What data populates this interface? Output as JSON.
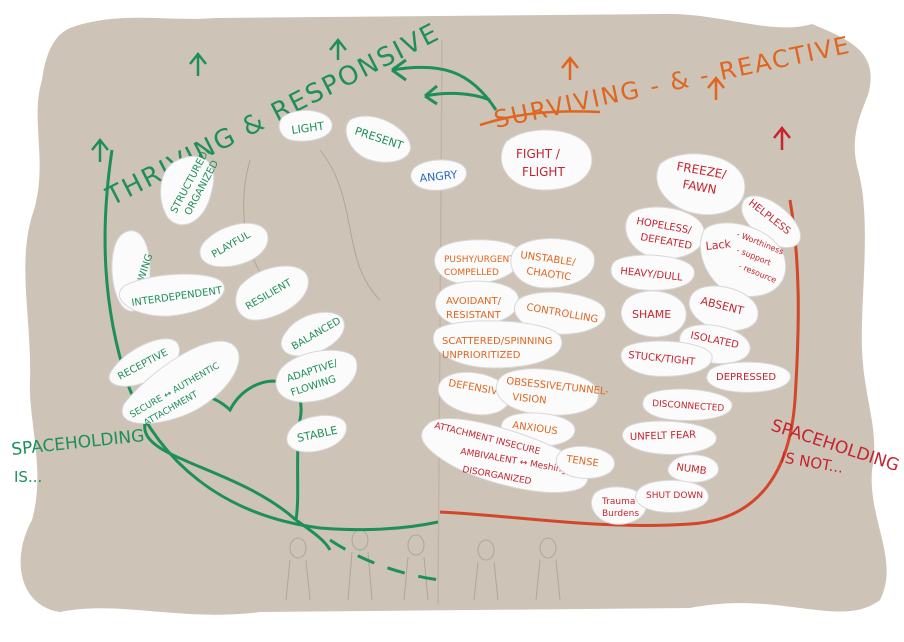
{
  "poster": {
    "thriving_title": "THRIVING & RESPONSIVE",
    "surviving_title": "SURVIVING - & - REACTIVE",
    "left_caption_line1": "SPACEHOLDING",
    "left_caption_line2": "IS...",
    "right_caption_line1": "SPACEHOLDING",
    "right_caption_line2": "IS NOT...",
    "colors": {
      "paper": "#cdc3b6",
      "green": "#1f8f5a",
      "orange": "#e0661f",
      "red": "#c5242f",
      "blue": "#2a67c9",
      "note": "#fbfbfb"
    }
  },
  "thriving_notes": {
    "structured": [
      "STRUCTURED/",
      "ORGANIZED"
    ],
    "allowing": "ALLOWING",
    "playful": "PLAYFUL",
    "light": "LIGHT",
    "present": "PRESENT",
    "interdependent": "INTERDEPENDENT",
    "resilient": "RESILIENT",
    "receptive": "RECEPTIVE",
    "secure": [
      "SECURE ↔ AUTHENTIC",
      "ATTACHMENT"
    ],
    "balanced": "BALANCED",
    "adaptive": [
      "ADAPTIVE/",
      "FLOWING"
    ],
    "stable": "STABLE"
  },
  "center_notes": {
    "angry": "ANGRY",
    "fight_flight": [
      "FIGHT /",
      "FLIGHT"
    ]
  },
  "surviving_notes": {
    "pushy": [
      "PUSHY/URGENT",
      "COMPELLED"
    ],
    "unstable": [
      "UNSTABLE/",
      "CHAOTIC"
    ],
    "avoidant": [
      "AVOIDANT/",
      "RESISTANT"
    ],
    "controlling": "CONTROLLING",
    "scattered": [
      "SCATTERED/SPINNING",
      "UNPRIORITIZED"
    ],
    "defensive": "DEFENSIVE",
    "obsessive": [
      "OBSESSIVE/TUNNEL-",
      "VISION"
    ],
    "anxious": "ANXIOUS",
    "attachment": [
      "ATTACHMENT INSECURE",
      "AMBIVALENT ↔ Meshing",
      "DISORGANIZED"
    ],
    "tense": "TENSE",
    "trauma": [
      "Trauma",
      "Burdens"
    ]
  },
  "reactive_notes": {
    "freeze": [
      "FREEZE/",
      "FAWN"
    ],
    "helpless": "HELPLESS",
    "hopeless": [
      "HOPELESS/",
      "DEFEATED"
    ],
    "lack": [
      "Lack",
      "- Worthiness",
      "- support",
      "- resource"
    ],
    "heavy": "HEAVY/DULL",
    "shame": "SHAME",
    "absent": "ABSENT",
    "isolated": "ISOLATED",
    "stuck": "STUCK/TIGHT",
    "depressed": "DEPRESSED",
    "disconnected": "DISCONNECTED",
    "unfelt": "UNFELT FEAR",
    "numb": "NUMB",
    "shutdown": "SHUT DOWN"
  }
}
